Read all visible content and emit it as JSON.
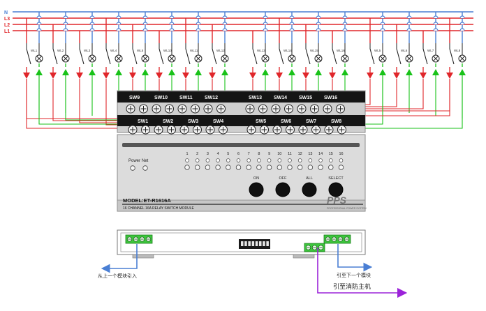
{
  "bus": {
    "lines": [
      "N",
      "L3",
      "L2",
      "L1"
    ]
  },
  "colors": {
    "n": "#4a7fd4",
    "l3": "#e0262a",
    "l2": "#e0262a",
    "l1": "#e0262a",
    "green": "#19c219",
    "red": "#e0262a",
    "purple": "#9b22d9",
    "blue": "#4a7fd4",
    "module": "#d9d9d9",
    "strip": "#111111"
  },
  "upper_switches": [
    "SW9",
    "SW10",
    "SW11",
    "SW12",
    "SW13",
    "SW14",
    "SW15",
    "SW16"
  ],
  "lower_switches": [
    "SW1",
    "SW2",
    "SW3",
    "SW4",
    "SW5",
    "SW6",
    "SW7",
    "SW8"
  ],
  "lamps": [
    "WL1",
    "WL2",
    "WL3",
    "WL4",
    "WL5",
    "WL10",
    "WL11",
    "WL12",
    "WL13",
    "WL14",
    "WL15",
    "WL16",
    "WL5",
    "WL6",
    "WL7",
    "WL8"
  ],
  "panel": {
    "power_label": "Power",
    "net_label": "Net",
    "channels": [
      "1",
      "2",
      "3",
      "4",
      "5",
      "6",
      "7",
      "8",
      "9",
      "10",
      "11",
      "12",
      "13",
      "14",
      "15",
      "16"
    ],
    "buttons": [
      "ON",
      "OFF",
      "ALL",
      "SELECT"
    ],
    "model": "MODEL:ET-R1616A",
    "subtitle": "16 CHANNEL 16A RELAY SWITCH MODULE",
    "brand": "PPS",
    "brand_sub": "PROFESSIONAL POWER SYSTEM"
  },
  "annotations": {
    "from_prev": "从上一个模块引入",
    "to_next": "引至下一个模块",
    "to_fire": "引至消防主机"
  }
}
